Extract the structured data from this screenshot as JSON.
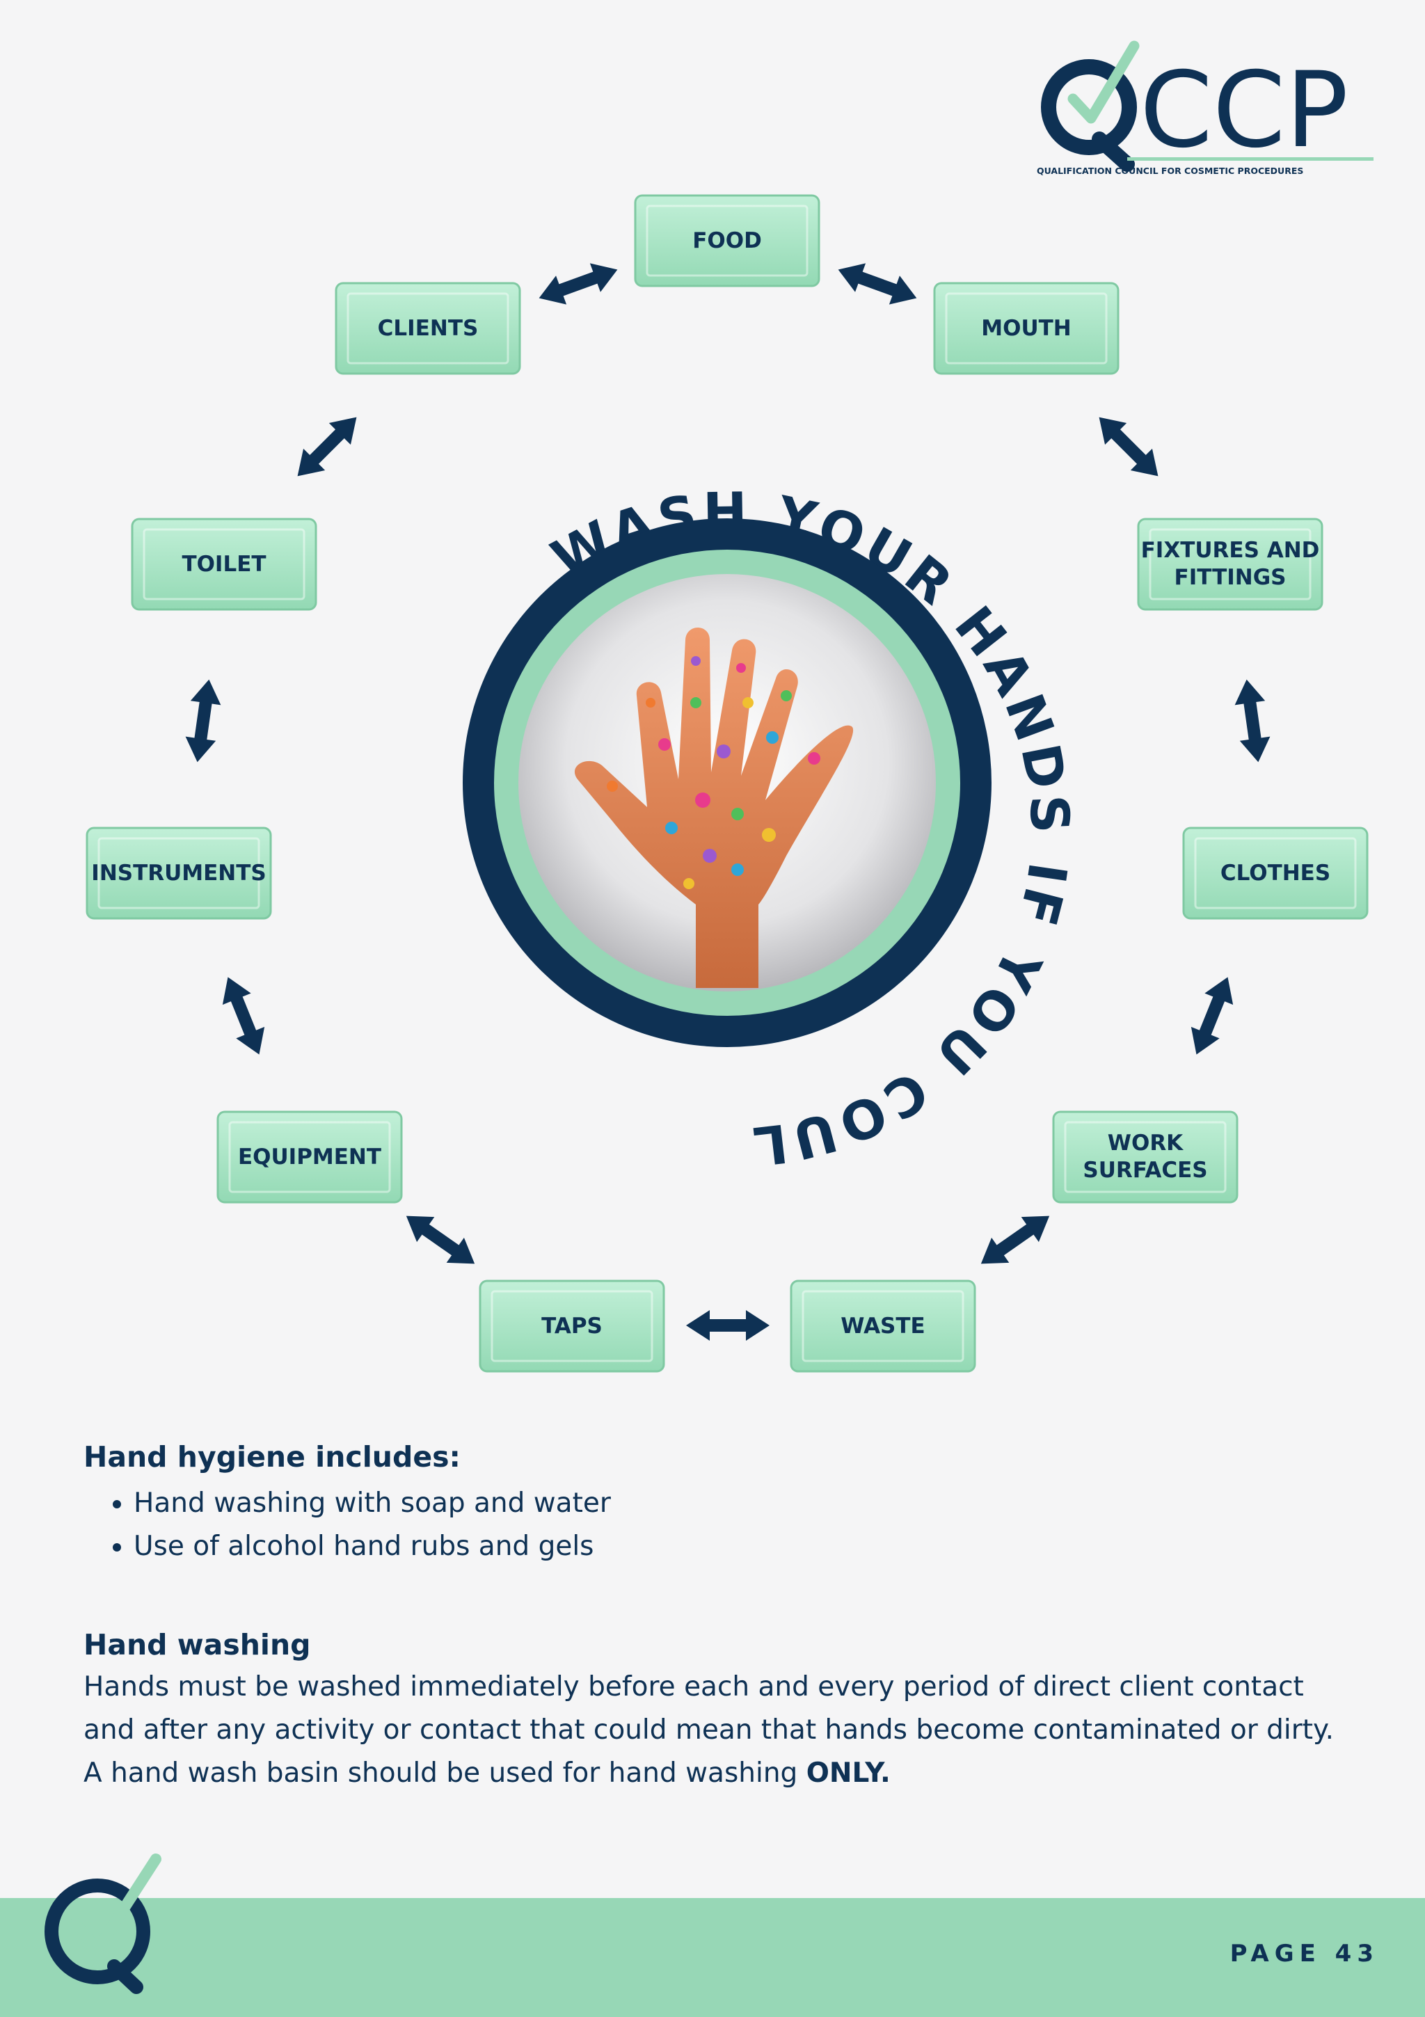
{
  "logo": {
    "name": "QCCP",
    "tagline": "QUALIFICATION COUNCIL FOR COSMETIC PROCEDURES"
  },
  "diagram": {
    "center_caption": "WASH YOUR HANDS  IF YOU COULD SEE THE GERMS YOU WOULD",
    "image": "germ-covered-hand-illustration",
    "nodes": [
      {
        "label": "FOOD"
      },
      {
        "label": "MOUTH"
      },
      {
        "label": "FIXTURES AND FITTINGS",
        "line1": "FIXTURES AND",
        "line2": "FITTINGS"
      },
      {
        "label": "CLOTHES"
      },
      {
        "label": "WORK SURFACES",
        "line1": "WORK",
        "line2": "SURFACES"
      },
      {
        "label": "WASTE"
      },
      {
        "label": "TAPS"
      },
      {
        "label": "EQUIPMENT"
      },
      {
        "label": "INSTRUMENTS"
      },
      {
        "label": "TOILET"
      },
      {
        "label": "CLIENTS"
      }
    ]
  },
  "hygiene": {
    "heading": "Hand hygiene includes:",
    "items": [
      "Hand washing with soap and water",
      "Use of alcohol hand rubs and gels"
    ]
  },
  "washing": {
    "heading": "Hand washing",
    "body": "Hands must be washed immediately before each and every period of direct client contact and after any activity or contact that could mean that hands become contaminated or dirty. A hand wash basin should be used for hand washing ",
    "emphasis": "ONLY."
  },
  "footer": {
    "page_label": "PAGE 43"
  },
  "colors": {
    "navy": "#0e3154",
    "mint": "#97d7b6",
    "box": "#a8e6c6",
    "background": "#f5f5f6"
  }
}
